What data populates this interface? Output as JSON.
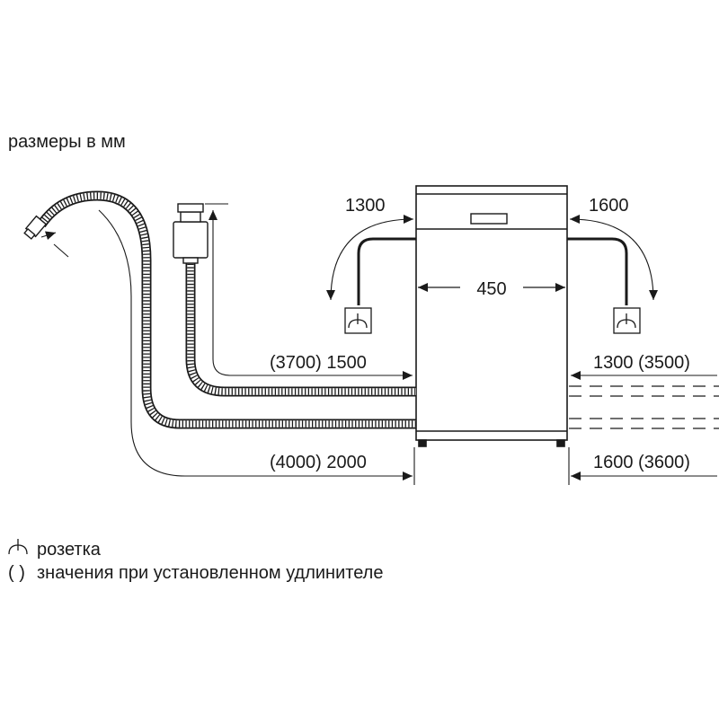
{
  "title": "размеры в мм",
  "dimensions": {
    "inlet_left": "1300",
    "inlet_right": "1600",
    "width": "450",
    "drain_left": "(3700) 1500",
    "drain_right": "1300 (3500)",
    "hose_left": "(4000) 2000",
    "hose_right": "1600 (3600)"
  },
  "legend": {
    "socket_label": "розетка",
    "extension_marker": "( )",
    "extension_label": "значения при установленном удлинителе"
  },
  "icons": {
    "socket": "power-socket-icon"
  }
}
